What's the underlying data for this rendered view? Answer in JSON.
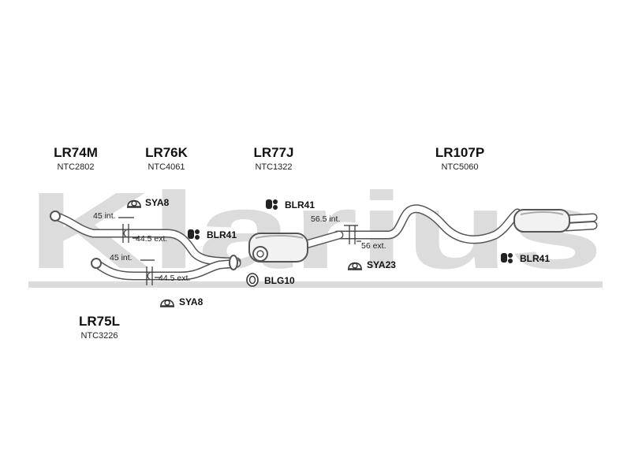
{
  "watermark": {
    "text": "Klarius",
    "color": "#d9d9d9"
  },
  "sections": [
    {
      "code": "LR74M",
      "ntc": "NTC2802"
    },
    {
      "code": "LR76K",
      "ntc": "NTC4061"
    },
    {
      "code": "LR77J",
      "ntc": "NTC1322"
    },
    {
      "code": "LR107P",
      "ntc": "NTC5060"
    },
    {
      "code": "LR75L",
      "ntc": "NTC3226"
    }
  ],
  "dimensions": {
    "d1": "45 int.",
    "d2": "44.5 ext.",
    "d3": "45 int.",
    "d4": "44.5 ext.",
    "d5": "56.5 int.",
    "d6": "56 ext."
  },
  "fittings": {
    "sya8_top": {
      "label": "SYA8",
      "icon": "exhaust-mount-icon"
    },
    "blr41_a": {
      "label": "BLR41",
      "icon": "rubber-hanger-icon"
    },
    "blr41_b": {
      "label": "BLR41",
      "icon": "rubber-hanger-icon"
    },
    "blg10": {
      "label": "BLG10",
      "icon": "gasket-ring-icon"
    },
    "sya23": {
      "label": "SYA23",
      "icon": "exhaust-mount-icon"
    },
    "blr41_c": {
      "label": "BLR41",
      "icon": "rubber-hanger-icon"
    },
    "sya8_bottom": {
      "label": "SYA8",
      "icon": "exhaust-mount-icon"
    }
  }
}
